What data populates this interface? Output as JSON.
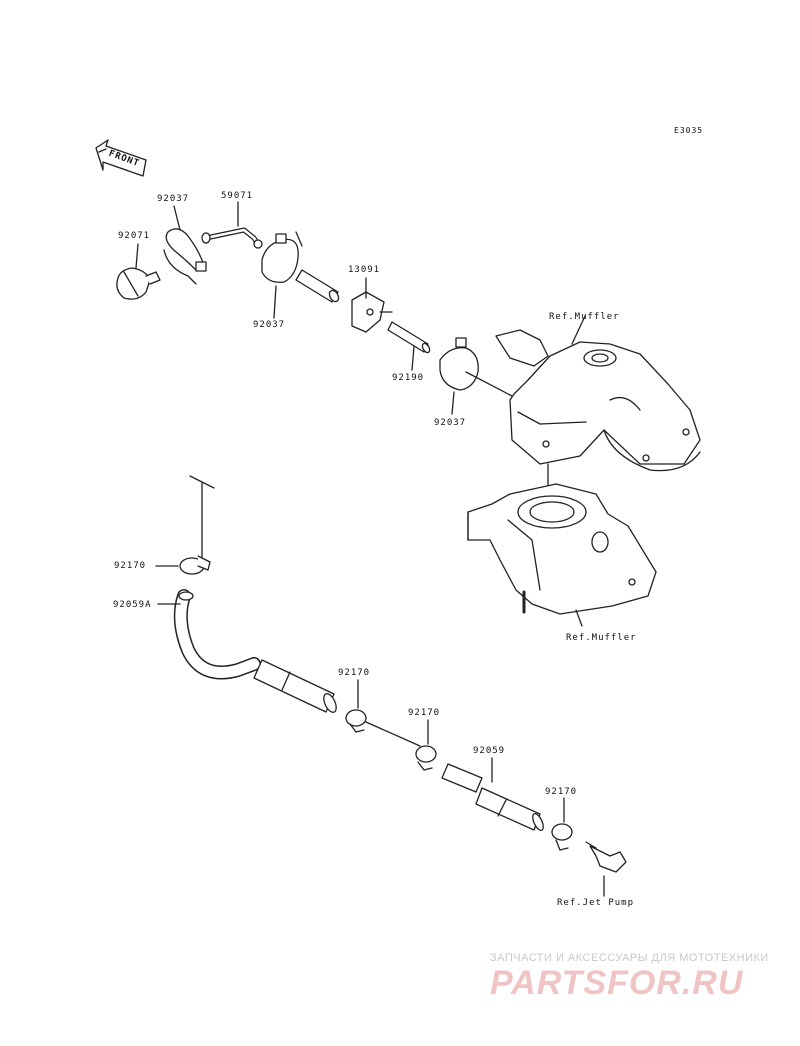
{
  "diagram": {
    "code": "E3035",
    "front_label": "FRONT",
    "labels": {
      "l92037_top": "92037",
      "l59071": "59071",
      "l92071": "92071",
      "l13091": "13091",
      "l92037_mid": "92037",
      "l92190": "92190",
      "l92037_right": "92037",
      "ref_muffler_top": "Ref.Muffler",
      "ref_muffler_bottom": "Ref.Muffler",
      "l92170_a": "92170",
      "l92059a": "92059A",
      "l92170_b": "92170",
      "l92170_c": "92170",
      "l92059": "92059",
      "l92170_d": "92170",
      "ref_jet_pump": "Ref.Jet Pump"
    }
  },
  "watermark": {
    "tagline": "ЗАПЧАСТИ И АКСЕССУАРЫ ДЛЯ МОТОТЕХНИКИ",
    "brand": "PARTSFOR.RU"
  }
}
